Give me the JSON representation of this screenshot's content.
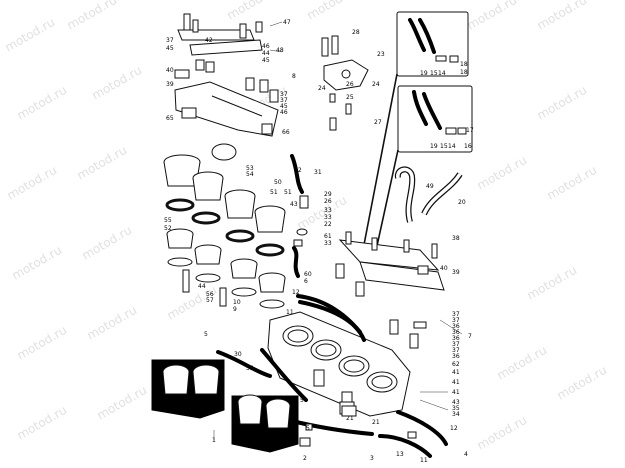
{
  "watermark": "motod.ru",
  "callouts": [
    {
      "id": "c47a",
      "text": "47"
    },
    {
      "id": "c37a",
      "text": "37"
    },
    {
      "id": "c45a",
      "text": "45"
    },
    {
      "id": "c42",
      "text": "42"
    },
    {
      "id": "c46a",
      "text": "46"
    },
    {
      "id": "c44a",
      "text": "44"
    },
    {
      "id": "c48",
      "text": "48"
    },
    {
      "id": "c45b",
      "text": "45"
    },
    {
      "id": "c8",
      "text": "8"
    },
    {
      "id": "c40a",
      "text": "40"
    },
    {
      "id": "c39a",
      "text": "39"
    },
    {
      "id": "c37b",
      "text": "37"
    },
    {
      "id": "c37c",
      "text": "37"
    },
    {
      "id": "c45c",
      "text": "45"
    },
    {
      "id": "c46b",
      "text": "46"
    },
    {
      "id": "c65",
      "text": "65"
    },
    {
      "id": "c66",
      "text": "66"
    },
    {
      "id": "c28",
      "text": "28"
    },
    {
      "id": "c23",
      "text": "23"
    },
    {
      "id": "c24a",
      "text": "24"
    },
    {
      "id": "c26",
      "text": "26"
    },
    {
      "id": "c24b",
      "text": "24"
    },
    {
      "id": "c25",
      "text": "25"
    },
    {
      "id": "c27",
      "text": "27"
    },
    {
      "id": "c19a",
      "text": "19"
    },
    {
      "id": "c15a",
      "text": "15"
    },
    {
      "id": "c14a",
      "text": "14"
    },
    {
      "id": "c18a",
      "text": "18"
    },
    {
      "id": "c18b",
      "text": "18"
    },
    {
      "id": "c17",
      "text": "17"
    },
    {
      "id": "c19b",
      "text": "19"
    },
    {
      "id": "c15b",
      "text": "15"
    },
    {
      "id": "c14b",
      "text": "14"
    },
    {
      "id": "c16",
      "text": "16"
    },
    {
      "id": "c49",
      "text": "49"
    },
    {
      "id": "c20",
      "text": "20"
    },
    {
      "id": "c53",
      "text": "53"
    },
    {
      "id": "c54",
      "text": "54"
    },
    {
      "id": "c50",
      "text": "50"
    },
    {
      "id": "c51a",
      "text": "51"
    },
    {
      "id": "c51b",
      "text": "51"
    },
    {
      "id": "c32",
      "text": "32"
    },
    {
      "id": "c31",
      "text": "31"
    },
    {
      "id": "c29",
      "text": "29"
    },
    {
      "id": "c26b",
      "text": "26"
    },
    {
      "id": "c43",
      "text": "43"
    },
    {
      "id": "c33a",
      "text": "33"
    },
    {
      "id": "c33b",
      "text": "33"
    },
    {
      "id": "c22",
      "text": "22"
    },
    {
      "id": "c61",
      "text": "61"
    },
    {
      "id": "c33c",
      "text": "33"
    },
    {
      "id": "c55",
      "text": "55"
    },
    {
      "id": "c52",
      "text": "52"
    },
    {
      "id": "c60",
      "text": "60"
    },
    {
      "id": "c6",
      "text": "6"
    },
    {
      "id": "c38",
      "text": "38"
    },
    {
      "id": "c40b",
      "text": "40"
    },
    {
      "id": "c39b",
      "text": "39"
    },
    {
      "id": "c44b",
      "text": "44"
    },
    {
      "id": "c56",
      "text": "56"
    },
    {
      "id": "c57",
      "text": "57"
    },
    {
      "id": "c10",
      "text": "10"
    },
    {
      "id": "c9",
      "text": "9"
    },
    {
      "id": "c12a",
      "text": "12"
    },
    {
      "id": "c11",
      "text": "11"
    },
    {
      "id": "c37d",
      "text": "37"
    },
    {
      "id": "c37e",
      "text": "37"
    },
    {
      "id": "c36a",
      "text": "36"
    },
    {
      "id": "c36b",
      "text": "36"
    },
    {
      "id": "c36c",
      "text": "36"
    },
    {
      "id": "c37f",
      "text": "37"
    },
    {
      "id": "c37g",
      "text": "37"
    },
    {
      "id": "c36d",
      "text": "36"
    },
    {
      "id": "c7",
      "text": "7"
    },
    {
      "id": "c5a",
      "text": "5"
    },
    {
      "id": "c30",
      "text": "30"
    },
    {
      "id": "c59",
      "text": "59"
    },
    {
      "id": "c41a",
      "text": "41"
    },
    {
      "id": "c41b",
      "text": "41"
    },
    {
      "id": "c41c",
      "text": "41"
    },
    {
      "id": "c43b",
      "text": "43"
    },
    {
      "id": "c35",
      "text": "35"
    },
    {
      "id": "c34",
      "text": "34"
    },
    {
      "id": "c62",
      "text": "62"
    },
    {
      "id": "c58",
      "text": "58"
    },
    {
      "id": "c5b",
      "text": "5"
    },
    {
      "id": "c21a",
      "text": "21"
    },
    {
      "id": "c21b",
      "text": "21"
    },
    {
      "id": "c12b",
      "text": "12"
    },
    {
      "id": "c1",
      "text": "1"
    },
    {
      "id": "c2",
      "text": "2"
    },
    {
      "id": "c3",
      "text": "3"
    },
    {
      "id": "c13",
      "text": "13"
    },
    {
      "id": "c11b",
      "text": "11"
    },
    {
      "id": "c4",
      "text": "4"
    }
  ]
}
